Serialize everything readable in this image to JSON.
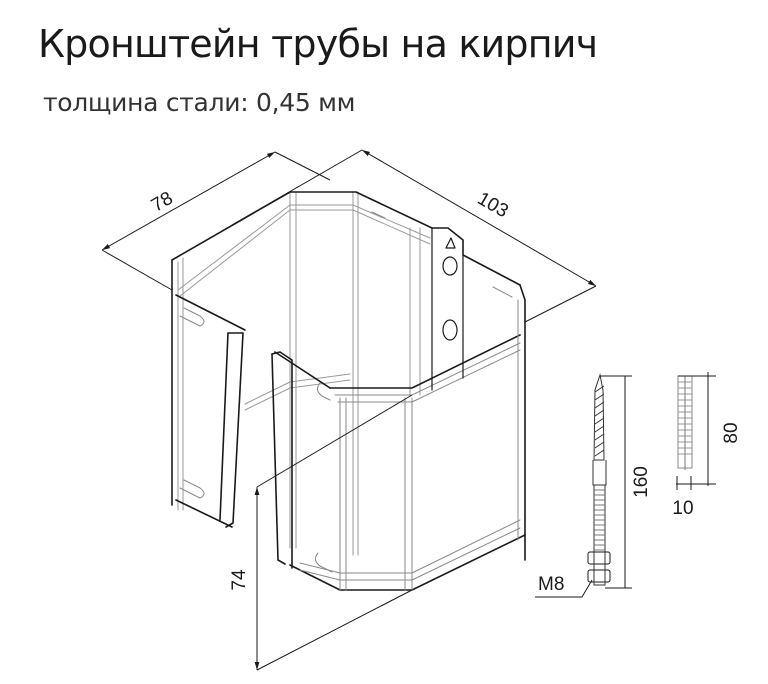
{
  "header": {
    "title": "Кронштейн трубы на кирпич",
    "subtitle": "толщина стали: 0,45 мм"
  },
  "bracket": {
    "dimensions": {
      "width": "78",
      "length": "103",
      "height": "74"
    }
  },
  "screw": {
    "length": "160",
    "thread": "M8"
  },
  "dowel": {
    "length": "80",
    "diameter": "10"
  },
  "colors": {
    "line": "#1a1a1a",
    "thin_line": "#8a8a8a",
    "background": "#ffffff"
  }
}
